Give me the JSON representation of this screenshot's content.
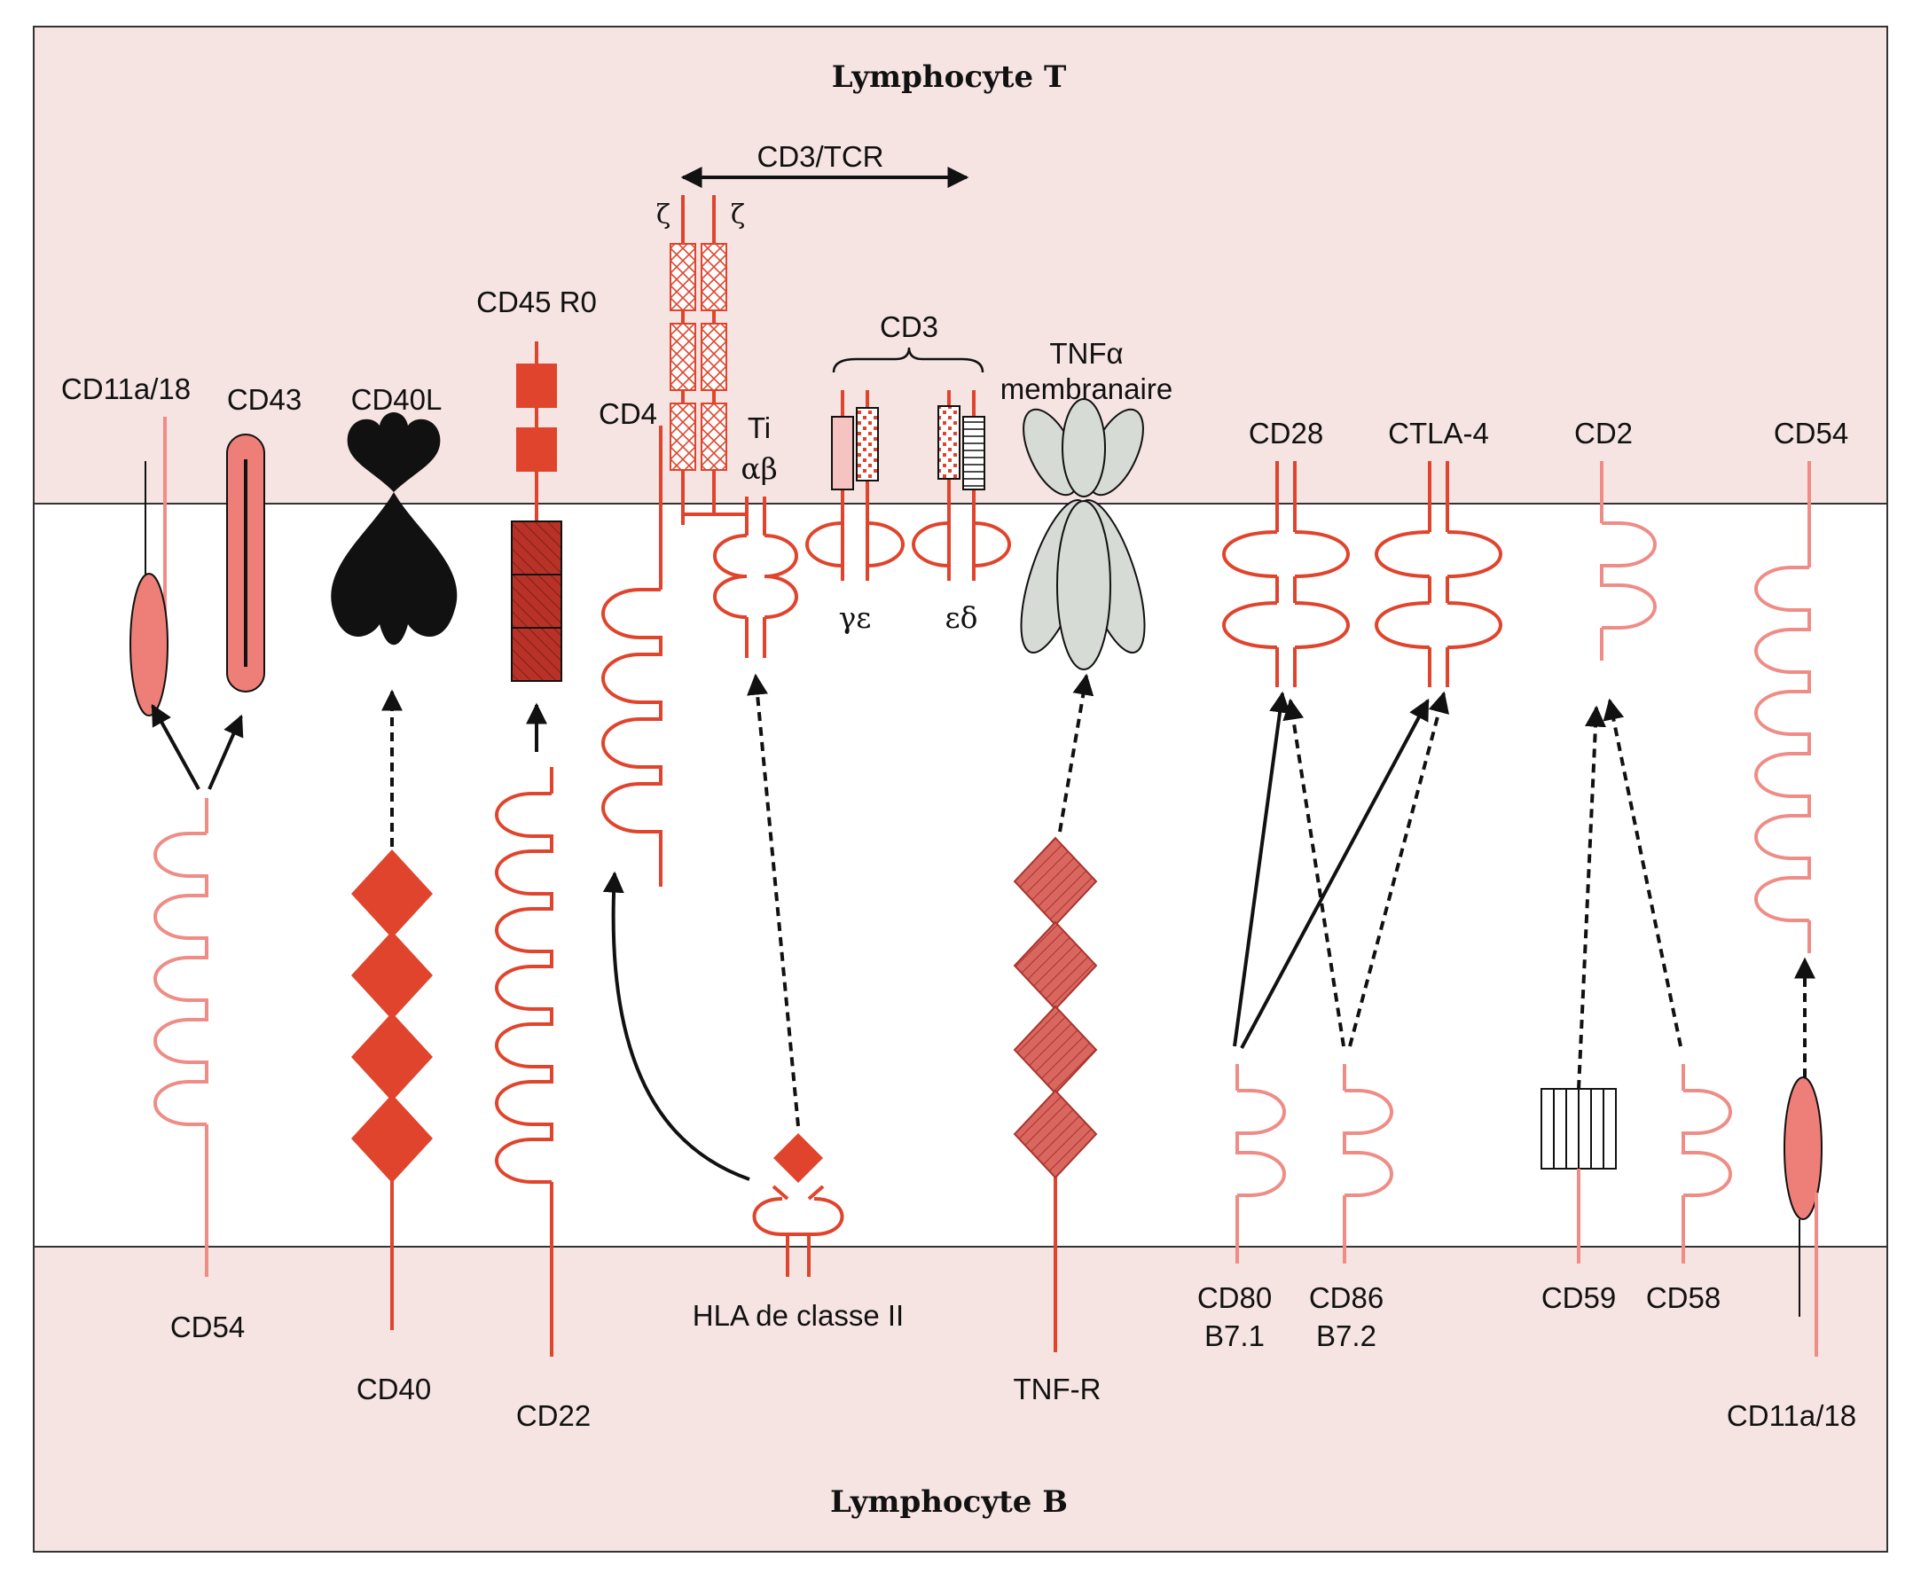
{
  "cells": {
    "top": "Lymphocyte T",
    "bottom": "Lymphocyte B"
  },
  "colors": {
    "background_pink": "#f6e4e2",
    "middle_zone": "#ffffff",
    "red": "#e0442c",
    "pink_line": "#ef8c86",
    "pink_fill": "#ee7e78",
    "dark_red": "#b83228",
    "black": "#111111",
    "grey_fill": "#d6dbd6"
  },
  "t_molecules": {
    "cd11a_18": "CD11a/18",
    "cd43": "CD43",
    "cd40l": "CD40L",
    "cd45r0": "CD45 R0",
    "cd3_tcr": "CD3/TCR",
    "cd4": "CD4",
    "ti": "Ti",
    "alpha_beta": "αβ",
    "zeta": "ζ",
    "cd3": "CD3",
    "gamma_epsilon": "γε",
    "epsilon_delta": "εδ",
    "tnf_alpha": "TNFα",
    "membranaire": "membranaire",
    "cd28": "CD28",
    "ctla4": "CTLA-4",
    "cd2": "CD2",
    "cd54": "CD54"
  },
  "b_molecules": {
    "cd54": "CD54",
    "cd40": "CD40",
    "cd22": "CD22",
    "hla": "HLA de classe II",
    "tnfr": "TNF-R",
    "cd80": "CD80",
    "b71": "B7.1",
    "cd86": "CD86",
    "b72": "B7.2",
    "cd59": "CD59",
    "cd58": "CD58",
    "cd11a_18": "CD11a/18"
  }
}
